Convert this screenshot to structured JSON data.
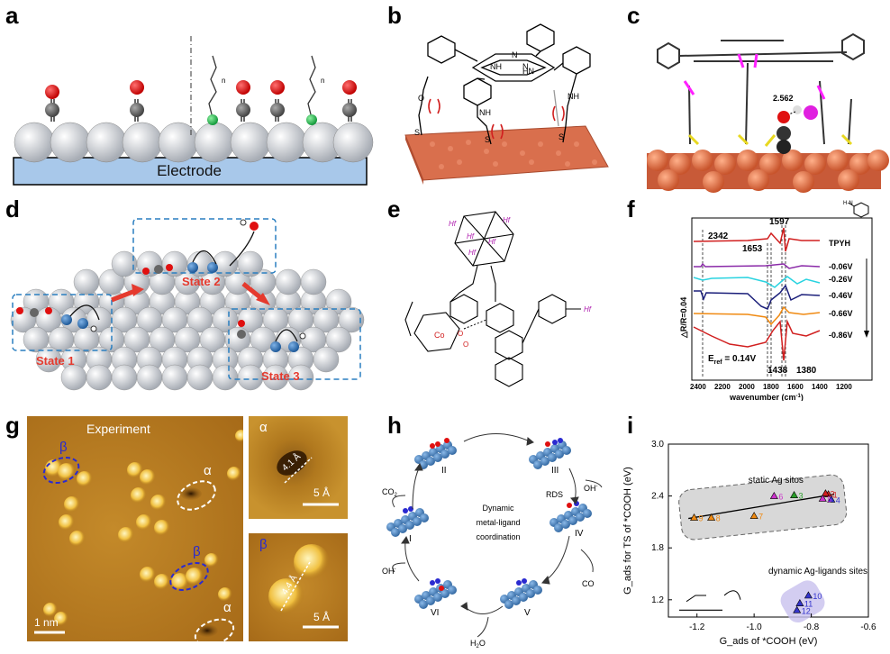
{
  "panels": {
    "a": {
      "label": "a",
      "electrode_label": "Electrode"
    },
    "b": {
      "label": "b"
    },
    "c": {
      "label": "c",
      "distance_label": "2.562"
    },
    "d": {
      "label": "d",
      "state1": "State 1",
      "state2": "State 2",
      "state3": "State 3"
    },
    "e": {
      "label": "e",
      "metals": [
        "Hf",
        "Hf",
        "Hf",
        "Hf",
        "Hf",
        "Hf"
      ],
      "co_label": "Co"
    },
    "f": {
      "label": "f",
      "peak_labels": [
        "2342",
        "1653",
        "1597",
        "1438",
        "1380"
      ],
      "traces": [
        {
          "name": "TPYH",
          "color": "#d11f1f"
        },
        {
          "name": "-0.06V",
          "color": "#8a2aa8"
        },
        {
          "name": "-0.26V",
          "color": "#29d3e0"
        },
        {
          "name": "-0.46V",
          "color": "#1b1f7a"
        },
        {
          "name": "-0.66V",
          "color": "#f08a12"
        },
        {
          "name": "-0.86V",
          "color": "#d11f1f"
        }
      ],
      "y_label": "△R/R=0.04",
      "eref": "E",
      "eref_sub": "ref",
      "eref_value": " = 0.14V",
      "x_ticks": [
        "2400",
        "2200",
        "2000",
        "1800",
        "1600",
        "1400",
        "1200"
      ],
      "x_label": "wavenumber (cm",
      "x_label_sup": "-1",
      "x_label_end": ")"
    },
    "g": {
      "label": "g",
      "title": "Experiment",
      "beta": "β",
      "alpha": "α",
      "scale_main": "1 nm",
      "inset_alpha": {
        "symbol": "α",
        "distance": "4.1 Å",
        "scale": "5 Å"
      },
      "inset_beta": {
        "symbol": "β",
        "distance": "4.4 Å",
        "scale": "5 Å"
      }
    },
    "h": {
      "label": "h",
      "center_lines": [
        "Dynamic",
        "metal-ligand",
        "coordination"
      ],
      "states": [
        "II",
        "III",
        "IV",
        "V",
        "VI",
        "I"
      ],
      "species": {
        "co2": "CO",
        "co2_sub": "2",
        "oh1": "OH",
        "oh_sup": "-",
        "rds": "RDS",
        "oh2": "OH",
        "co": "CO",
        "h2o_a": "H",
        "h2o_sub": "2",
        "h2o_b": "O",
        "oh3": "OH"
      }
    },
    "i": {
      "label": "i",
      "chart_data": {
        "type": "scatter",
        "xlabel": "G_ads of *COOH (eV)",
        "ylabel": "G_ads for TS of *COOH (eV)",
        "xlim": [
          -1.3,
          -0.6
        ],
        "ylim": [
          1.0,
          3.0
        ],
        "x_ticks": [
          "-1.2",
          "-1.0",
          "-0.8",
          "-0.6"
        ],
        "y_ticks": [
          "1.2",
          "1.8",
          "2.4",
          "3.0"
        ],
        "annotation_static": "static Ag sitos",
        "annotation_dynamic": "dynamic Ag-ligands sites",
        "points": [
          {
            "label": "9",
            "x": -1.21,
            "y": 2.15,
            "color": "#f08a12"
          },
          {
            "label": "8",
            "x": -1.15,
            "y": 2.15,
            "color": "#f08a12"
          },
          {
            "label": "7",
            "x": -1.0,
            "y": 2.17,
            "color": "#f08a12"
          },
          {
            "label": "6",
            "x": -0.93,
            "y": 2.4,
            "color": "#cc33cc"
          },
          {
            "label": "3",
            "x": -0.86,
            "y": 2.41,
            "color": "#2a9d2a"
          },
          {
            "label": "1",
            "x": -0.74,
            "y": 2.42,
            "color": "#d11f1f"
          },
          {
            "label": "2",
            "x": -0.75,
            "y": 2.43,
            "color": "#d11f1f"
          },
          {
            "label": "4",
            "x": -0.73,
            "y": 2.36,
            "color": "#3333cc"
          },
          {
            "label": "5",
            "x": -0.76,
            "y": 2.37,
            "color": "#cc33cc"
          },
          {
            "label": "10",
            "x": -0.81,
            "y": 1.25,
            "color": "#3333cc"
          },
          {
            "label": "11",
            "x": -0.84,
            "y": 1.16,
            "color": "#3333cc"
          },
          {
            "label": "12",
            "x": -0.85,
            "y": 1.08,
            "color": "#3333cc"
          }
        ],
        "fit_line": {
          "x": [
            -1.23,
            -0.72
          ],
          "y": [
            2.14,
            2.42
          ]
        }
      }
    }
  }
}
